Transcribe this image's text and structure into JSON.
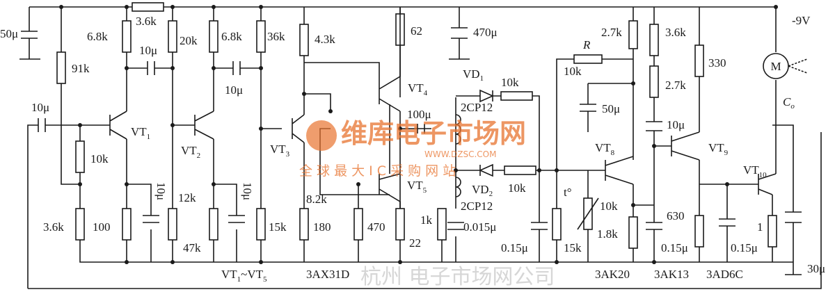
{
  "title": "Motor speed control circuit",
  "supply": "-9V",
  "components": {
    "c_50u_left": "50μ",
    "r_91k": "91k",
    "r_3k6_top": "3.6k",
    "c_in": "10μ",
    "r_6k8_1": "6.8k",
    "c_couple1": "10μ",
    "r_20k": "20k",
    "r_6k8_2": "6.8k",
    "c_couple2": "10μ",
    "r_36k": "36k",
    "r_4k3": "4.3k",
    "r_62": "62",
    "c_470u": "470μ",
    "r_10k_bias": "10k",
    "r_3k6_bot": "3.6k",
    "r_100": "100",
    "c_e1": "10μ",
    "r_12k": "12k",
    "r_47k": "47k",
    "c_e2": "10μ",
    "r_15k_a": "15k",
    "r_8k2": "8.2k",
    "r_180": "180",
    "r_470": "470",
    "r_22": "22",
    "c_100u": "100μ",
    "vd1": "VD",
    "vd1_sub": "1",
    "vd1_type": "2CP12",
    "r_10k_vd1": "10k",
    "vd2": "VD",
    "vd2_sub": "2",
    "vd2_type": "2CP12",
    "r_10k_vd2": "10k",
    "r_1k": "1k",
    "c_0015": "0.015μ",
    "c_015_a": "0.15μ",
    "r_15k_b": "15k",
    "thermistor": "t°",
    "r_10k_th": "10k",
    "r_R": "R",
    "r_10k_R": "10k",
    "c_50u_right": "50μ",
    "r_2k7_a": "2.7k",
    "r_1k8": "1.8k",
    "r_3k6_r": "3.6k",
    "r_2k7_b": "2.7k",
    "c_10u_r": "10μ",
    "c_015_b": "0.15μ",
    "r_330": "330",
    "r_630": "630",
    "c_015_c": "0.15μ",
    "r_1": "1",
    "c_30u": "30μ",
    "c_o": "C",
    "c_o_sub": "o",
    "motor": "M"
  },
  "transistors": [
    {
      "name": "VT",
      "sub": "1"
    },
    {
      "name": "VT",
      "sub": "2"
    },
    {
      "name": "VT",
      "sub": "3"
    },
    {
      "name": "VT",
      "sub": "4"
    },
    {
      "name": "VT",
      "sub": "5"
    },
    {
      "name": "VT",
      "sub": "8"
    },
    {
      "name": "VT",
      "sub": "9"
    },
    {
      "name": "VT",
      "sub": "10"
    }
  ],
  "types": {
    "group_a": "VT",
    "group_a_sub1": "1",
    "group_a_tilde": "~VT",
    "group_a_sub2": "5",
    "group_a_type": "3AX31D",
    "vt8_type": "3AK20",
    "vt9_type": "3AK13",
    "vt10_type": "3AD6C"
  },
  "watermark": {
    "line1": "维库电子市场网",
    "line2": "WWW.DZSC.COM",
    "line3": "全 球 最 大 I C 采 购 网 站",
    "bg": "杭州         电子市场网公司"
  }
}
